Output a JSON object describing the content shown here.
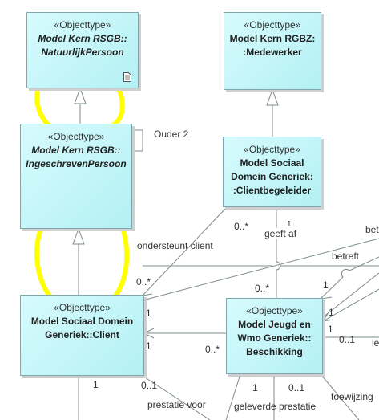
{
  "colors": {
    "box_fill": "#c4f4f7",
    "box_border": "#7fa7ac",
    "line": "#7d8b8c",
    "highlight": "#ffff00"
  },
  "boxes": {
    "natuurlijk": {
      "stereotype": "«Objecttype»",
      "name1": "Model Kern RSGB::",
      "name2": "NatuurlijkPersoon",
      "icon": "document-icon"
    },
    "medewerker": {
      "stereotype": "«Objecttype»",
      "name1": "Model Kern RGBZ:",
      "name2": ":Medewerker"
    },
    "ingeschreven": {
      "stereotype": "«Objecttype»",
      "name1": "Model Kern RSGB::",
      "name2": "IngeschrevenPersoon"
    },
    "clientbegeleider": {
      "stereotype": "«Objecttype»",
      "name1": "Model Sociaal",
      "name2": "Domein Generiek:",
      "name3": ":Clientbegeleider"
    },
    "client": {
      "stereotype": "«Objecttype»",
      "name1": "Model Sociaal Domein",
      "name2": "Generiek::Client"
    },
    "beschikking": {
      "stereotype": "«Objecttype»",
      "name1": "Model Jeugd en",
      "name2": "Wmo Generiek::",
      "name3": "Beschikking"
    }
  },
  "labels": {
    "ouder2": "Ouder 2",
    "ondersteunt": "ondersteunt client",
    "m1": "0..*",
    "m2": "1",
    "geeftaf": "geeft af",
    "betrefttop": "bet",
    "betreft": "betreft",
    "m3": "0..*",
    "m4": "0..*",
    "m5": "1",
    "m6": "1",
    "m7": "1",
    "m8": "1",
    "m9": "0..*",
    "m10": "1",
    "m11": "0..1",
    "m12": "le",
    "m13": "1",
    "m14": "0..1",
    "prestatievoor": "prestatie voor",
    "m15": "0..1",
    "m16": "1",
    "geleverde": "geleverde prestatie",
    "toewijzing": "toewijzing"
  }
}
